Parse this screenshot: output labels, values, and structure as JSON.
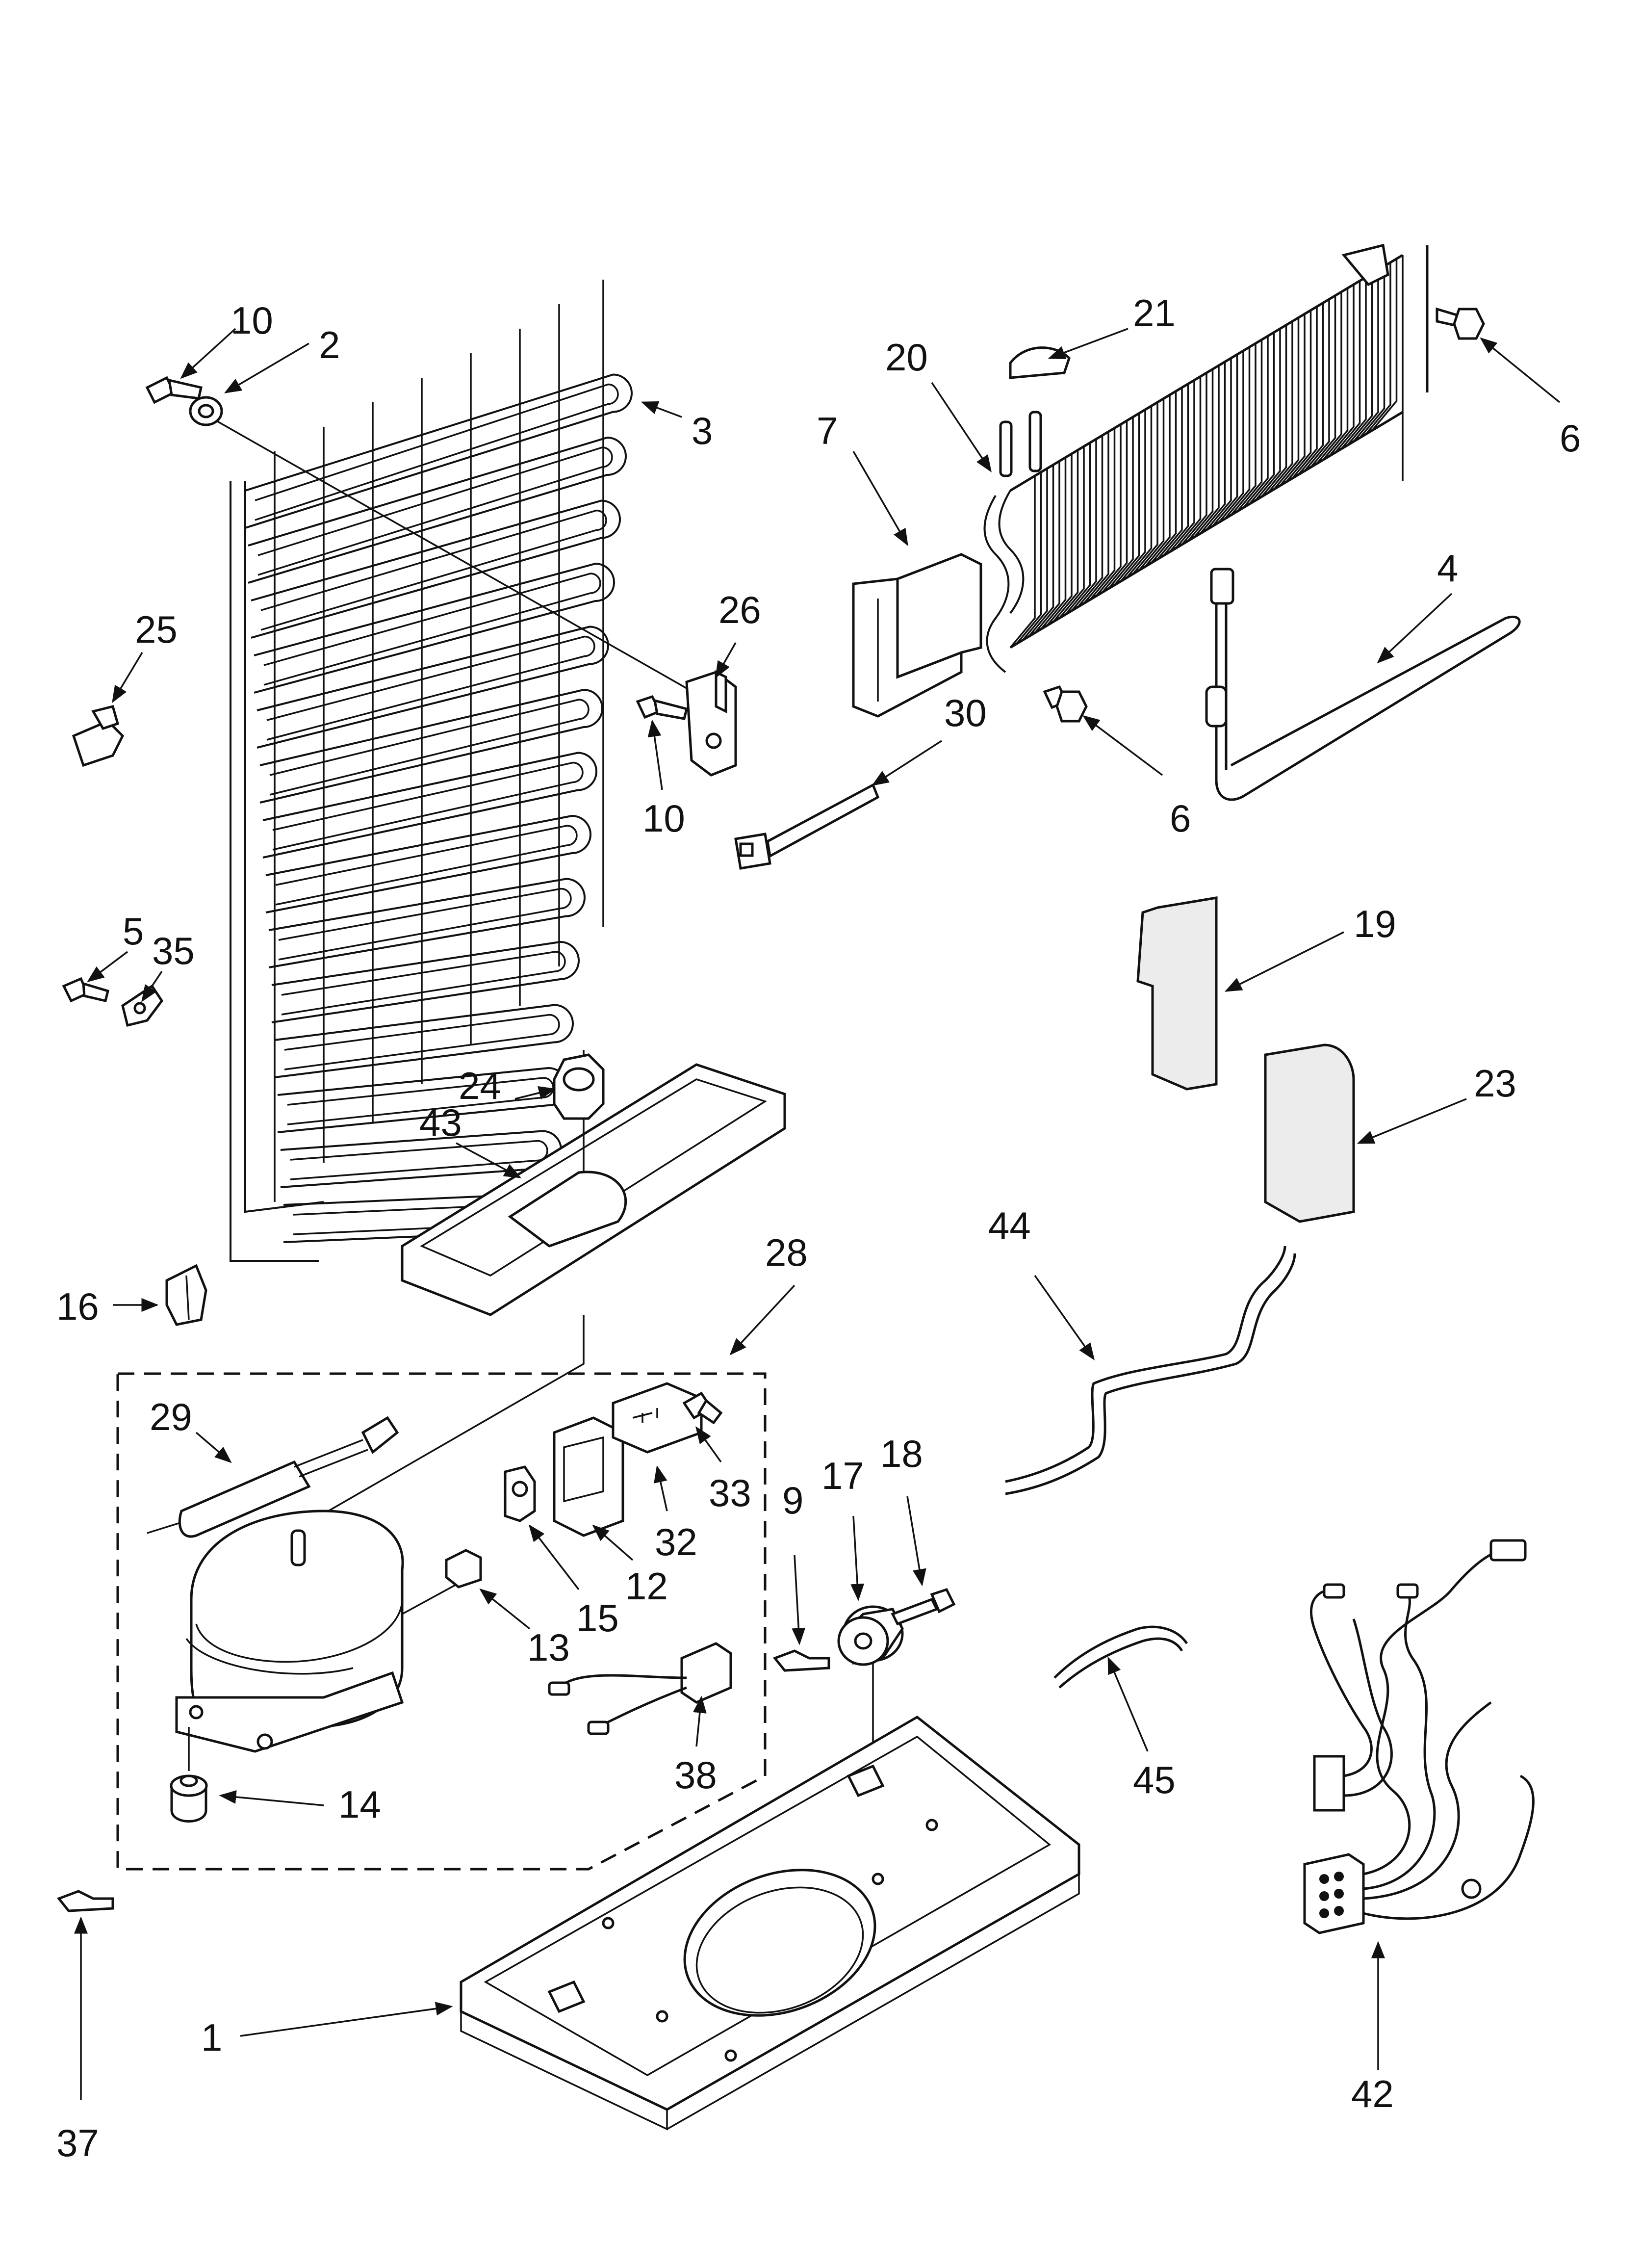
{
  "callouts": [
    {
      "id": "c10a",
      "text": "10"
    },
    {
      "id": "c2",
      "text": "2"
    },
    {
      "id": "c3",
      "text": "3"
    },
    {
      "id": "c25",
      "text": "25"
    },
    {
      "id": "c26",
      "text": "26"
    },
    {
      "id": "c10b",
      "text": "10"
    },
    {
      "id": "c5",
      "text": "5"
    },
    {
      "id": "c35",
      "text": "35"
    },
    {
      "id": "c24",
      "text": "24"
    },
    {
      "id": "c43",
      "text": "43"
    },
    {
      "id": "c16",
      "text": "16"
    },
    {
      "id": "c28",
      "text": "28"
    },
    {
      "id": "c29",
      "text": "29"
    },
    {
      "id": "c33",
      "text": "33"
    },
    {
      "id": "c32",
      "text": "32"
    },
    {
      "id": "c12",
      "text": "12"
    },
    {
      "id": "c15",
      "text": "15"
    },
    {
      "id": "c13",
      "text": "13"
    },
    {
      "id": "c38",
      "text": "38"
    },
    {
      "id": "c14",
      "text": "14"
    },
    {
      "id": "c37",
      "text": "37"
    },
    {
      "id": "c1",
      "text": "1"
    },
    {
      "id": "c9",
      "text": "9"
    },
    {
      "id": "c17",
      "text": "17"
    },
    {
      "id": "c18",
      "text": "18"
    },
    {
      "id": "c21",
      "text": "21"
    },
    {
      "id": "c20",
      "text": "20"
    },
    {
      "id": "c7",
      "text": "7"
    },
    {
      "id": "c6a",
      "text": "6"
    },
    {
      "id": "c4",
      "text": "4"
    },
    {
      "id": "c30",
      "text": "30"
    },
    {
      "id": "c6b",
      "text": "6"
    },
    {
      "id": "c19",
      "text": "19"
    },
    {
      "id": "c23",
      "text": "23"
    },
    {
      "id": "c44",
      "text": "44"
    },
    {
      "id": "c45",
      "text": "45"
    },
    {
      "id": "c42",
      "text": "42"
    }
  ]
}
